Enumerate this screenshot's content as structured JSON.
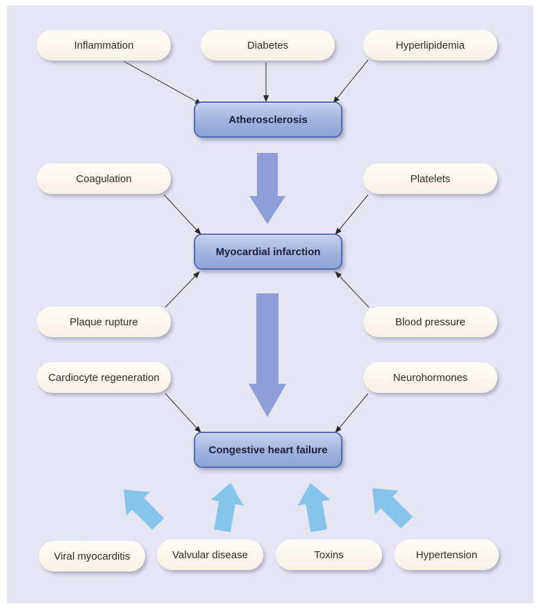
{
  "diagram": {
    "stages": {
      "atherosclerosis": "Atherosclerosis",
      "myocardial_infarction": "Myocardial infarction",
      "congestive_heart_failure": "Congestive heart failure"
    },
    "factors": {
      "inflammation": "Inflammation",
      "diabetes": "Diabetes",
      "hyperlipidemia": "Hyperlipidemia",
      "coagulation": "Coagulation",
      "platelets": "Platelets",
      "plaque_rupture": "Plaque rupture",
      "blood_pressure": "Blood pressure",
      "cardiocyte_regeneration": "Cardiocyte regeneration",
      "neurohormones": "Neurohormones",
      "viral_myocarditis": "Viral myocarditis",
      "valvular_disease": "Valvular disease",
      "toxins": "Toxins",
      "hypertension": "Hypertension"
    },
    "colors": {
      "background": "#e6e5f3",
      "stage_fill": "#9fb3e0",
      "stage_border": "#4d6ab2",
      "progression_arrow": "#8d9fd6",
      "contributor_arrow": "#86c4ec",
      "factor_fill": "#fffdf7",
      "connector": "#2a2a2a"
    }
  }
}
